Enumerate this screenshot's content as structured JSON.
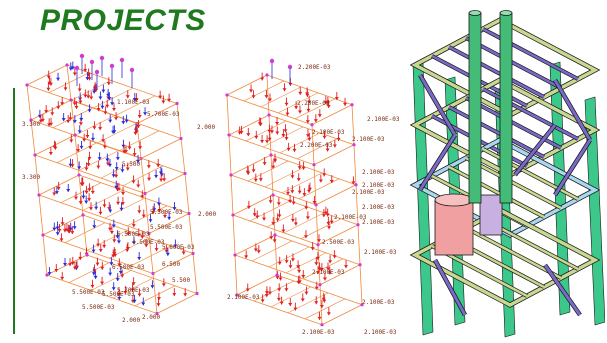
{
  "header": {
    "title": "PROJECTS"
  },
  "figures": [
    {
      "id": "load-model-left",
      "labels": [
        "3.300",
        "5.700E-03",
        "2.000",
        "1.100E-03",
        "5.500",
        "5.500E-03",
        "2.000",
        "5.500E-03",
        "6.500E-03",
        "4.500E-03",
        "5.800E-03",
        "6.500",
        "5.500",
        "3.300",
        "6.500E-03",
        "5.700E-03",
        "2.000",
        "5.500E-03",
        "5.500E-03",
        "5.500E-03",
        "2.000"
      ]
    },
    {
      "id": "load-model-middle",
      "labels": [
        "2.200E-03",
        "2.200E-03",
        "2.100E-03",
        "2.100E-03",
        "2.100E-03",
        "2.200E-03",
        "2.100E-03",
        "2.100E-03",
        "2.100E-03",
        "2.100E-03",
        "2.100E-03",
        "2.100E-03",
        "2.100E-03",
        "2.500E-03",
        "2.100E-03",
        "2.100E-03",
        "2.100E-03",
        "2.100E-03",
        "2.100E-03"
      ]
    },
    {
      "id": "structure-3d-render",
      "colors": {
        "column": "#3cc88a",
        "beam": "#c8d890",
        "brace": "#7a6ac8",
        "tank": "#f0a0a0",
        "pipe": "#44bb77"
      }
    }
  ]
}
